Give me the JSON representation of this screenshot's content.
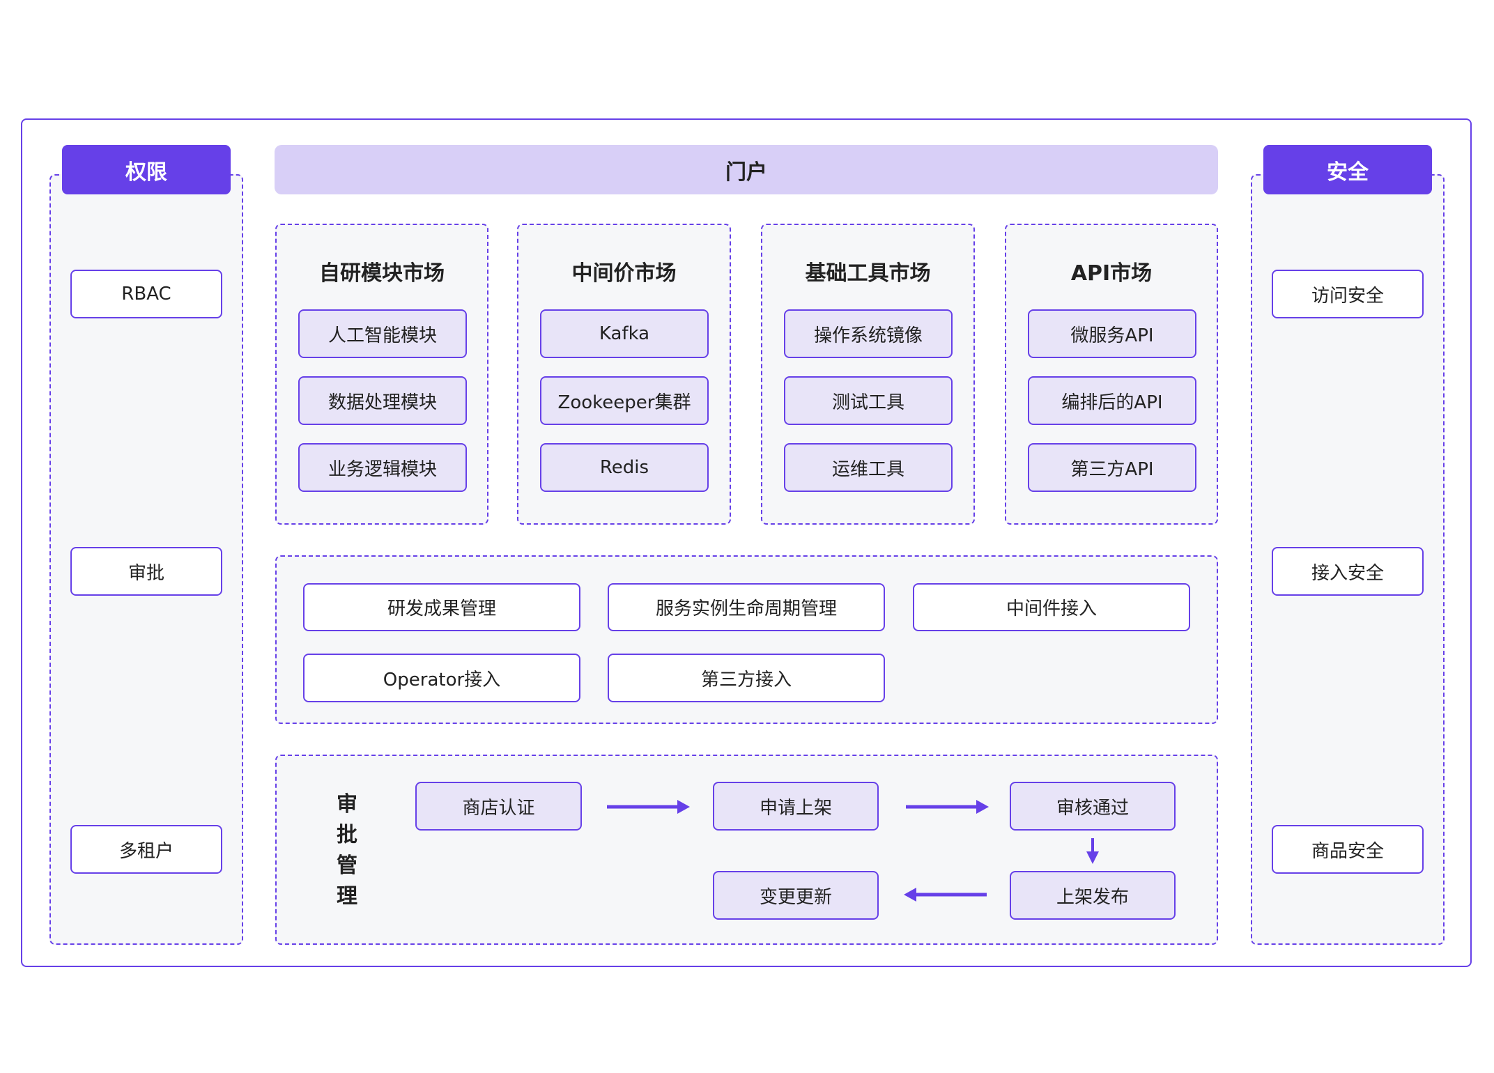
{
  "left": {
    "title": "权限",
    "items": [
      "RBAC",
      "审批",
      "多租户"
    ]
  },
  "right": {
    "title": "安全",
    "items": [
      "访问安全",
      "接入安全",
      "商品安全"
    ]
  },
  "portal": {
    "title": "门户"
  },
  "markets": [
    {
      "title": "自研模块市场",
      "items": [
        "人工智能模块",
        "数据处理模块",
        "业务逻辑模块"
      ]
    },
    {
      "title": "中间价市场",
      "items": [
        "Kafka",
        "Zookeeper集群",
        "Redis"
      ]
    },
    {
      "title": "基础工具市场",
      "items": [
        "操作系统镜像",
        "测试工具",
        "运维工具"
      ]
    },
    {
      "title": "API市场",
      "items": [
        "微服务API",
        "编排后的API",
        "第三方API"
      ]
    }
  ],
  "management": {
    "items": [
      "研发成果管理",
      "服务实例生命周期管理",
      "中间件接入",
      "Operator接入",
      "第三方接入"
    ]
  },
  "approval": {
    "label": [
      "审",
      "批",
      "管",
      "理"
    ],
    "steps": [
      "商店认证",
      "申请上架",
      "审核通过",
      "上架发布",
      "变更更新"
    ]
  },
  "colors": {
    "accent": "#6640E8",
    "portal": "#D8CFF7",
    "item_fill": "#E8E4F8",
    "panel_bg": "#F6F7F9"
  }
}
